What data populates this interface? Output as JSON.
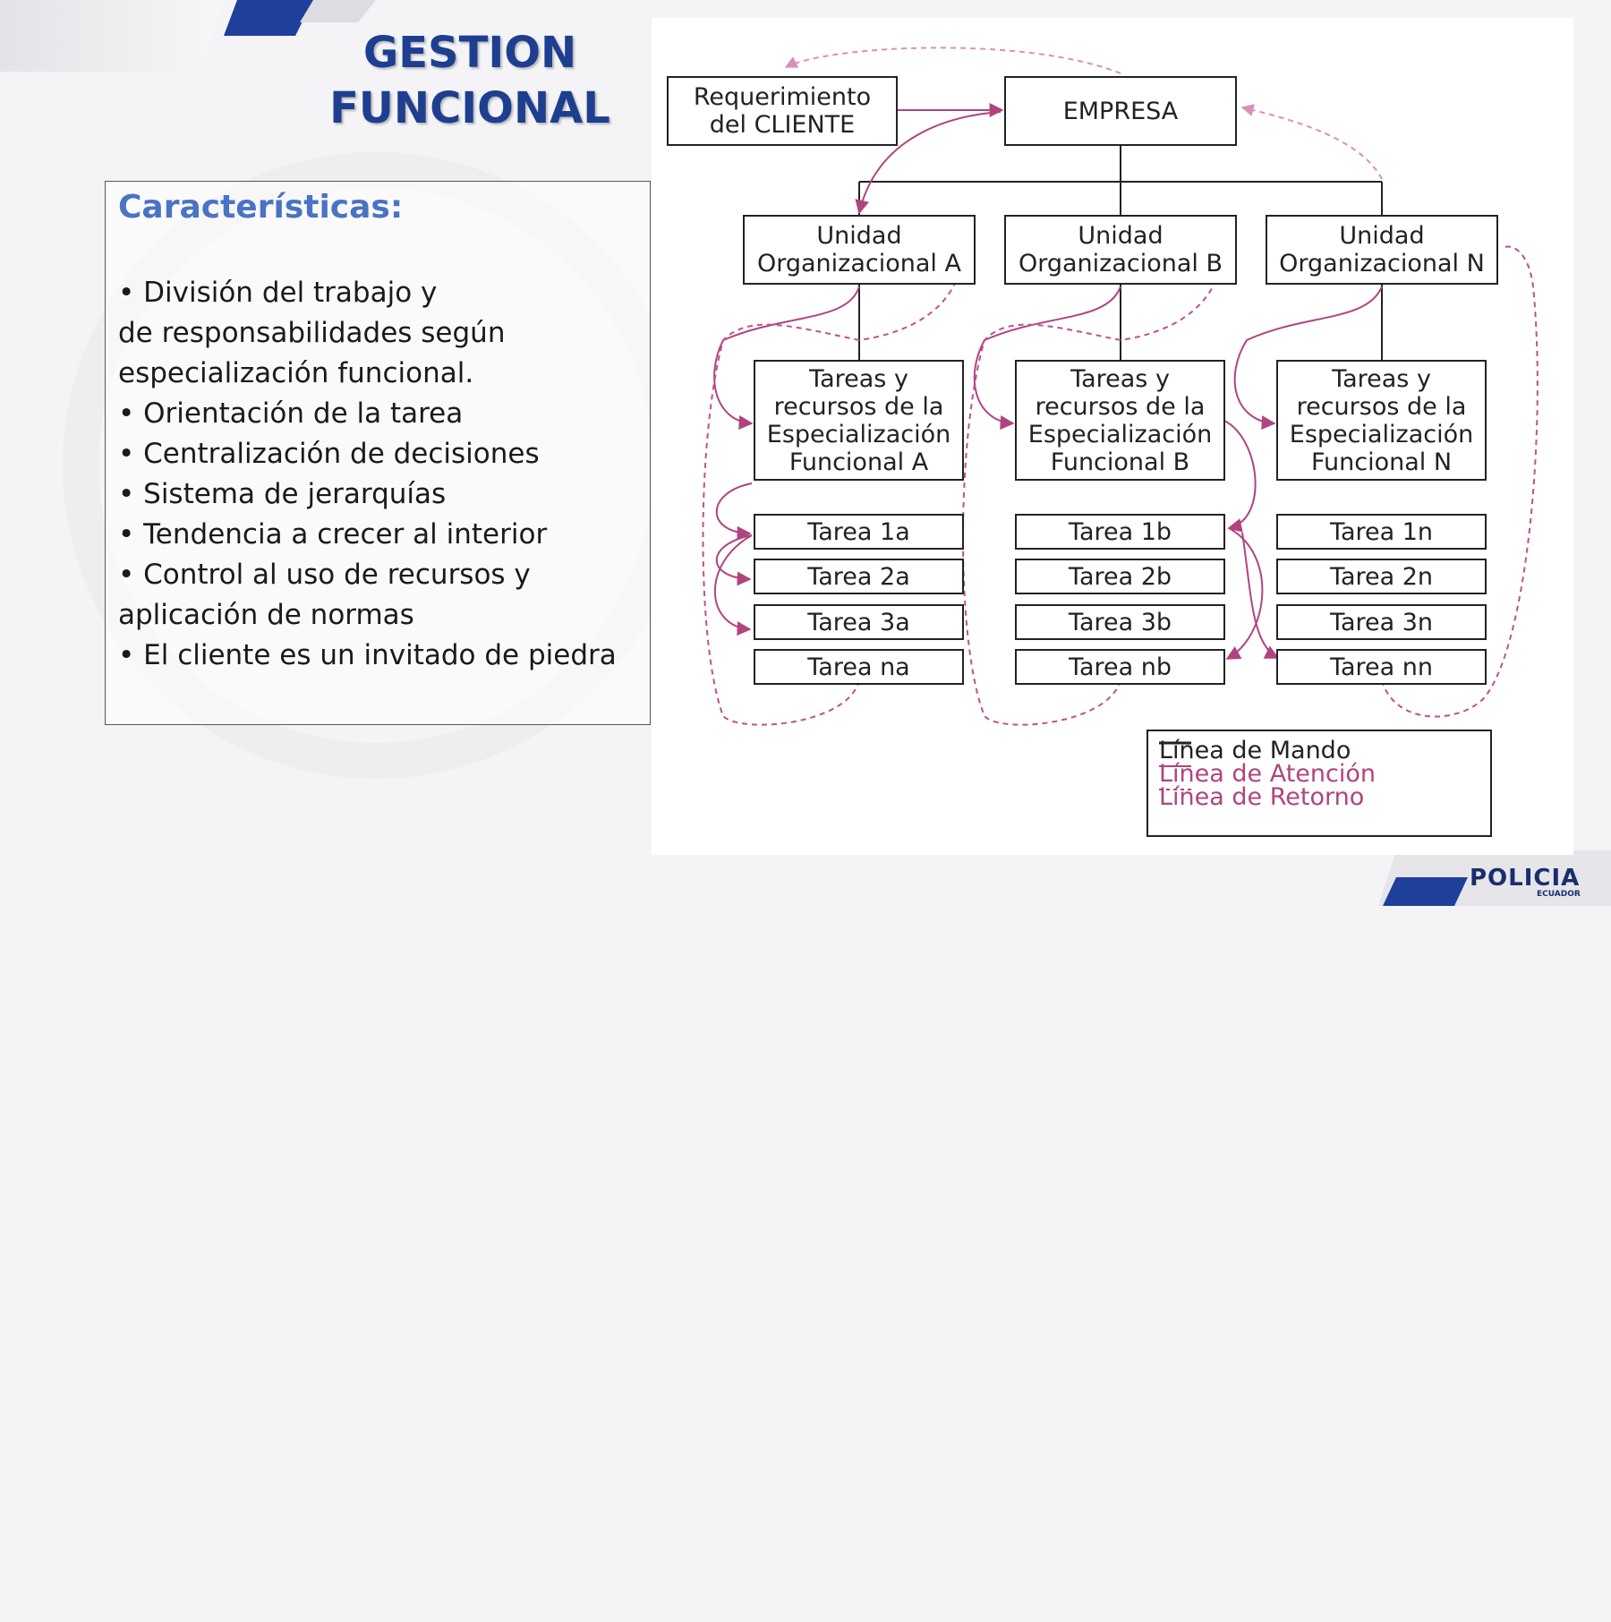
{
  "slide": {
    "title_lines": [
      "GESTION",
      "FUNCIONAL"
    ],
    "colors": {
      "title": "#1e3f8f",
      "heading": "#4a73c4",
      "command": "#222222",
      "attention": "#b0447f",
      "brand_blue": "#1e3f9a"
    }
  },
  "panel": {
    "heading": "Características:",
    "lines": [
      "• División del trabajo y",
      "de responsabilidades según",
      "especialización funcional.",
      "• Orientación de la tarea",
      "• Centralización de decisiones",
      "• Sistema de jerarquías",
      "• Tendencia a crecer al interior",
      "• Control al uso de recursos y",
      "aplicación de normas",
      "• El cliente es un invitado de piedra"
    ]
  },
  "diagram": {
    "client": "Requerimiento\ndel CLIENTE",
    "company": "EMPRESA",
    "units": [
      "Unidad\nOrganizacional A",
      "Unidad\nOrganizacional B",
      "Unidad\nOrganizacional N"
    ],
    "specializations": [
      "Tareas y\nrecursos de la\nEspecialización\nFuncional A",
      "Tareas y\nrecursos de la\nEspecialización\nFuncional B",
      "Tareas y\nrecursos de la\nEspecialización\nFuncional N"
    ],
    "tasks": [
      [
        "Tarea 1a",
        "Tarea 2a",
        "Tarea 3a",
        "Tarea na"
      ],
      [
        "Tarea 1b",
        "Tarea 2b",
        "Tarea 3b",
        "Tarea nb"
      ],
      [
        "Tarea 1n",
        "Tarea 2n",
        "Tarea 3n",
        "Tarea nn"
      ]
    ],
    "legend": {
      "command": "Línea de Mando",
      "attention": "Línea de Atención",
      "return": "Línea de Retorno"
    }
  },
  "logo": {
    "main": "POLICIA",
    "sub": "ECUADOR"
  }
}
